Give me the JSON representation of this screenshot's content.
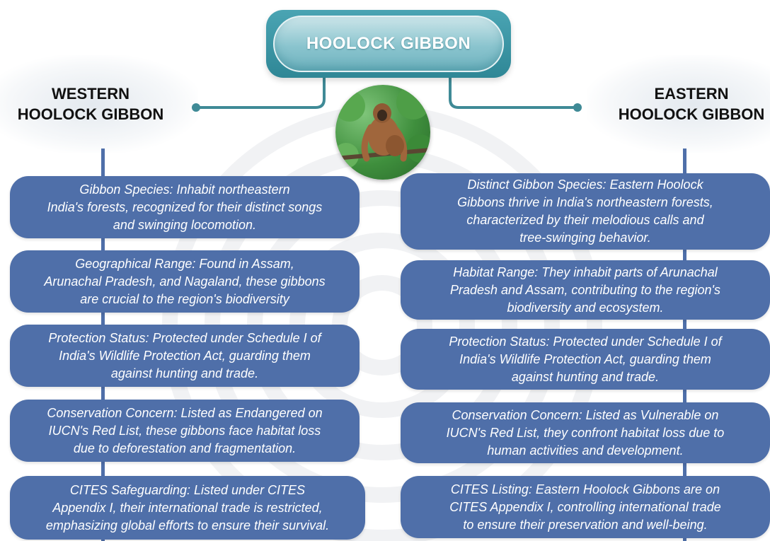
{
  "title": "HOOLOCK GIBBON",
  "colors": {
    "title_teal": "#3f97a6",
    "connector": "#3f8a96",
    "card_blue": "#4f6fa9",
    "spine_blue": "#4f6fa9"
  },
  "photo": {
    "icon": "hoolock-gibbon-photo"
  },
  "western": {
    "heading_lines": [
      "WESTERN",
      "HOOLOCK GIBBON"
    ],
    "cards": [
      {
        "lines": [
          "Gibbon Species: Inhabit northeastern",
          "India's forests, recognized for their distinct songs",
          "and swinging locomotion."
        ]
      },
      {
        "lines": [
          "Geographical Range: Found in Assam,",
          "Arunachal Pradesh, and Nagaland, these gibbons",
          "are crucial to the region's biodiversity"
        ]
      },
      {
        "lines": [
          "Protection Status: Protected under Schedule I of",
          "India's Wildlife Protection Act, guarding them",
          "against hunting and trade."
        ]
      },
      {
        "lines": [
          "Conservation Concern: Listed as Endangered on",
          "IUCN's Red List, these gibbons face habitat loss",
          "due to deforestation and fragmentation."
        ]
      },
      {
        "lines": [
          "CITES Safeguarding: Listed under CITES",
          "Appendix I, their international trade is restricted,",
          "emphasizing global efforts to ensure their survival."
        ]
      }
    ]
  },
  "eastern": {
    "heading_lines": [
      "EASTERN",
      "HOOLOCK GIBBON"
    ],
    "cards": [
      {
        "lines": [
          "Distinct Gibbon Species: Eastern Hoolock",
          "Gibbons thrive in India's northeastern forests,",
          "characterized by their melodious calls and",
          "tree-swinging behavior."
        ]
      },
      {
        "lines": [
          "Habitat Range: They inhabit parts of Arunachal",
          "Pradesh and Assam, contributing to the region's",
          "biodiversity and ecosystem."
        ]
      },
      {
        "lines": [
          "Protection Status: Protected under Schedule I of",
          "India's Wildlife Protection Act, guarding them",
          "against hunting and trade."
        ]
      },
      {
        "lines": [
          "Conservation Concern: Listed as Vulnerable on",
          "IUCN's Red List, they confront habitat loss due to",
          "human activities and development."
        ]
      },
      {
        "lines": [
          "CITES Listing: Eastern Hoolock Gibbons are on",
          "CITES Appendix I, controlling international trade",
          "to ensure their preservation and well-being."
        ]
      }
    ]
  }
}
